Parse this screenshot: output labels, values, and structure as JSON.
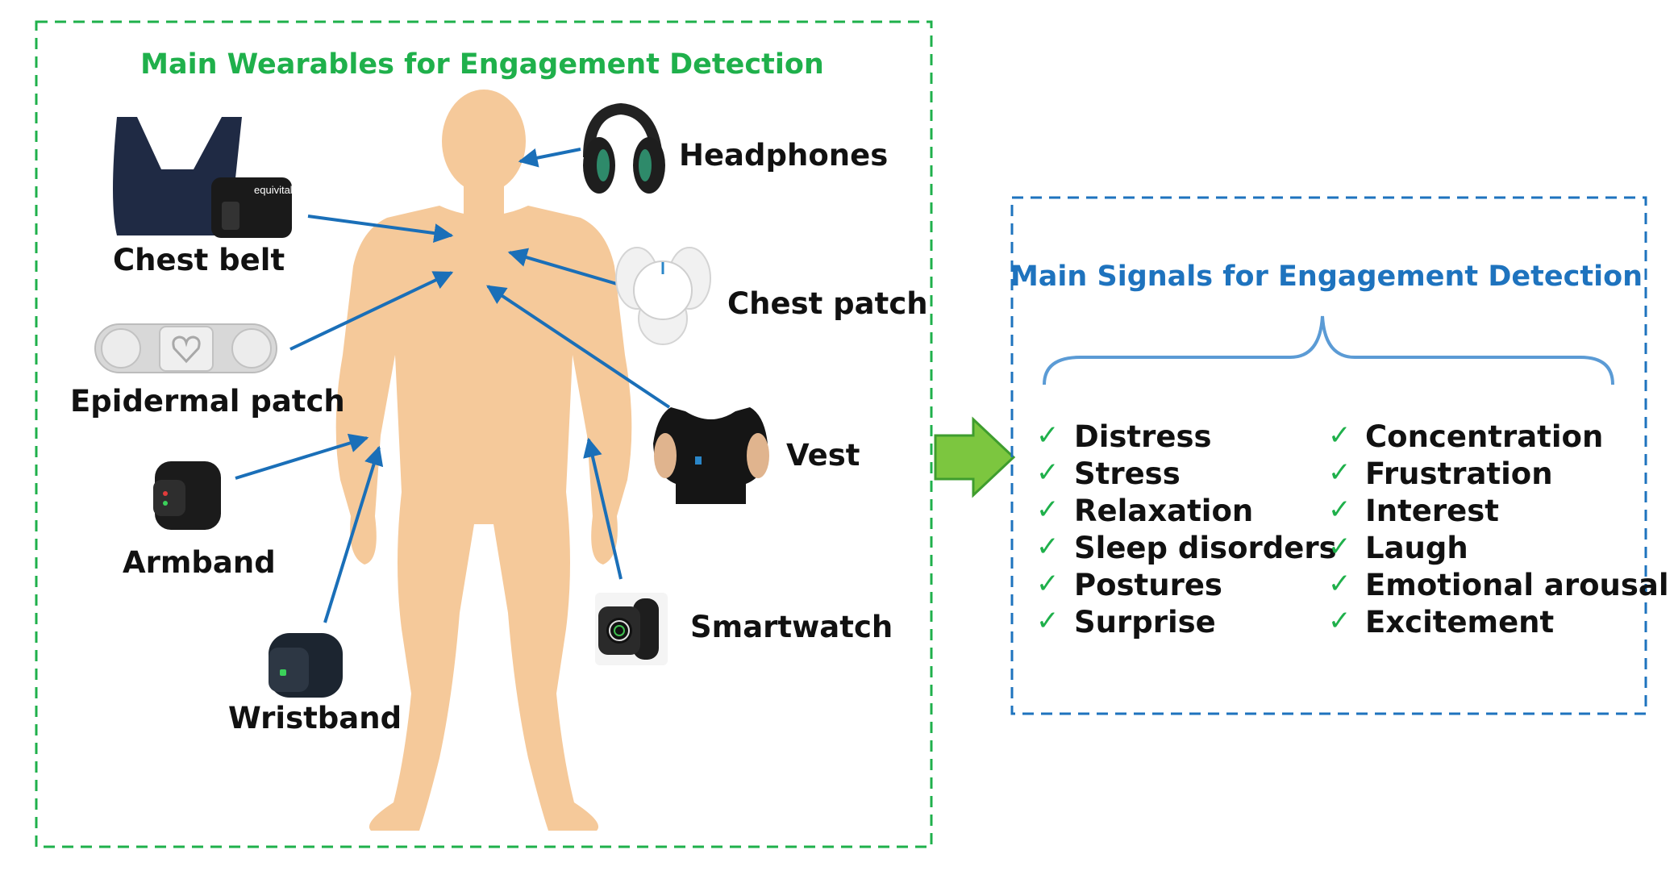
{
  "left_panel": {
    "title": "Main Wearables for Engagement Detection",
    "devices": {
      "headphones": "Headphones",
      "chest_belt": "Chest belt",
      "chest_patch": "Chest patch",
      "epidermal_patch": "Epidermal patch",
      "vest": "Vest",
      "armband": "Armband",
      "smartwatch": "Smartwatch",
      "wristband": "Wristband"
    },
    "device_logo_text": "equivital"
  },
  "right_panel": {
    "title": "Main Signals for Engagement Detection",
    "signals_col1": [
      "Distress",
      "Stress",
      "Relaxation",
      "Sleep disorders",
      "Postures",
      "Surprise"
    ],
    "signals_col2": [
      "Concentration",
      "Frustration",
      "Interest",
      "Laugh",
      "Emotional arousal",
      "Excitement"
    ],
    "check_glyph": "✓"
  },
  "colors": {
    "green": "#1fb04b",
    "blue": "#1e73be",
    "body": "#f5c99a",
    "arrow": "#1a6fb8",
    "big_arrow_fill": "#7cc63f",
    "big_arrow_stroke": "#3f9d2e"
  }
}
